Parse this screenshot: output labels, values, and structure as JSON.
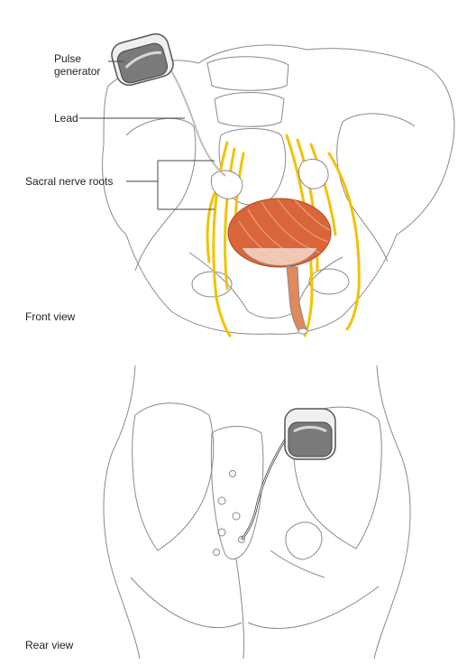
{
  "labels": {
    "pulse_generator": "Pulse generator",
    "lead": "Lead",
    "sacral_nerve_roots": "Sacral nerve roots",
    "front_view": "Front view",
    "rear_view": "Rear view"
  },
  "colors": {
    "line": "#8a8a8a",
    "nerve": "#f2c200",
    "bladder": "#d9663a",
    "bladder_stripe": "#f0a682",
    "device": "#6e6e6e"
  }
}
